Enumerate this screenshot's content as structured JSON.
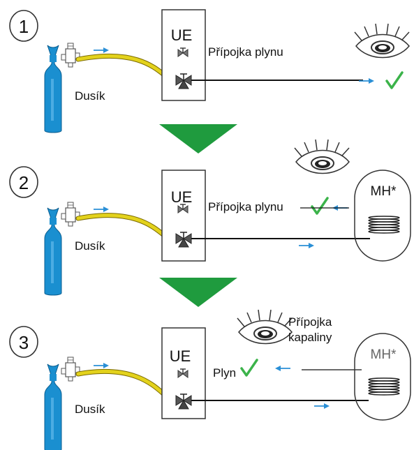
{
  "colors": {
    "cylinder": "#1a8fd0",
    "hose": "#e3d21c",
    "arrow_big": "#1f9b3e",
    "arrow_flow": "#2a8fd6",
    "check": "#3bb34a",
    "line": "#111111"
  },
  "steps": [
    {
      "number": "1",
      "ue_label": "UE",
      "connection_label": "Přípojka plynu",
      "nitrogen_label": "Dusík"
    },
    {
      "number": "2",
      "ue_label": "UE",
      "connection_label": "Přípojka plynu",
      "nitrogen_label": "Dusík",
      "mh_label": "MH*"
    },
    {
      "number": "3",
      "ue_label": "UE",
      "connection_label": "Plyn",
      "liquid_label_line1": "Přípojka",
      "liquid_label_line2": "kapaliny",
      "nitrogen_label": "Dusík",
      "mh_label": "MH*"
    }
  ]
}
